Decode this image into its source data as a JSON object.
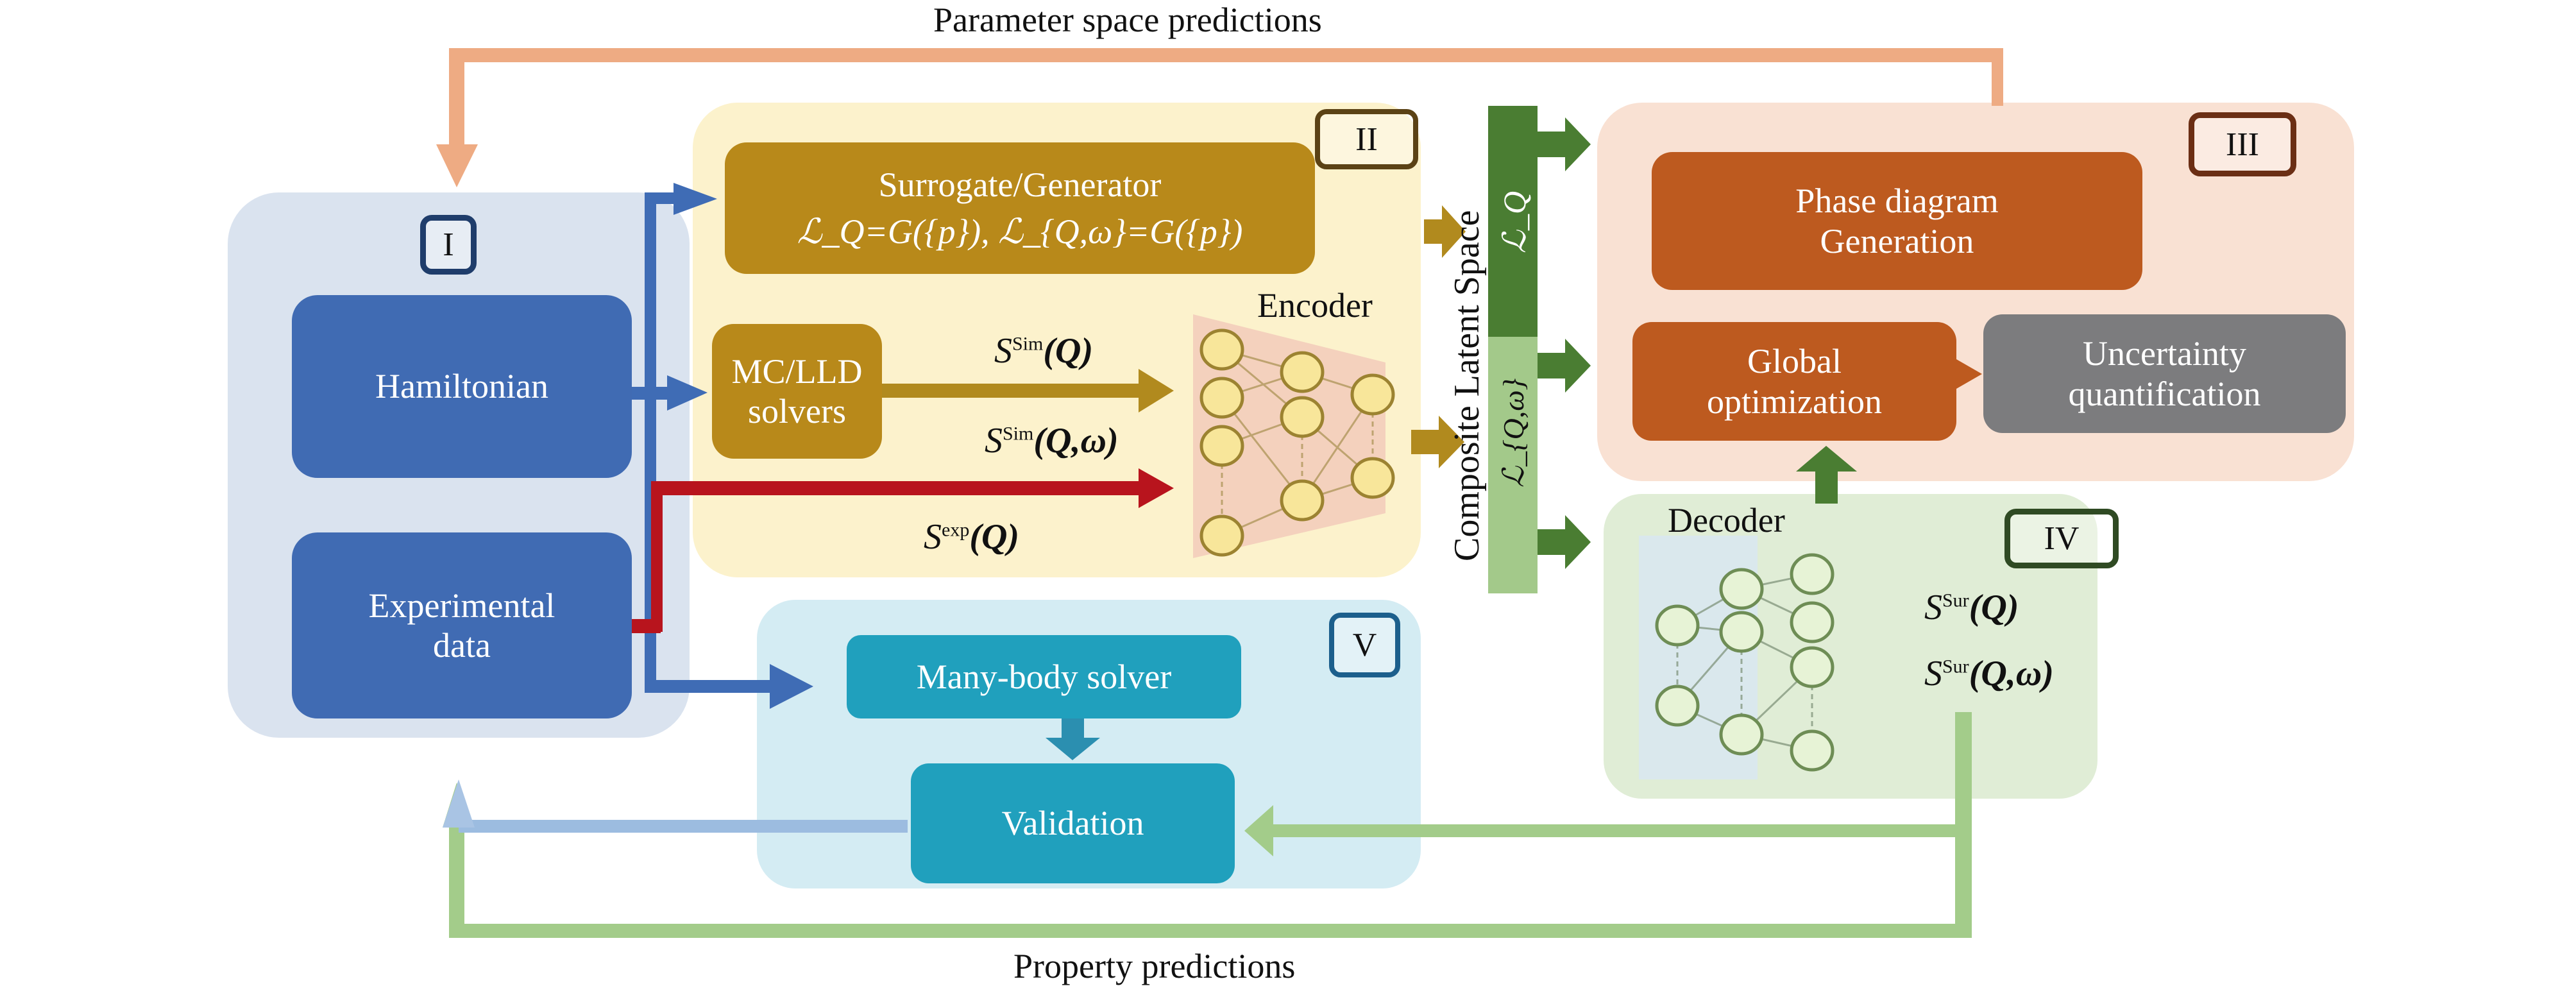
{
  "top_feedback": {
    "label": "Parameter space predictions"
  },
  "bottom_feedback": {
    "label": "Property predictions"
  },
  "panels": {
    "I": {
      "tag": "I",
      "boxes": {
        "hamiltonian": "Hamiltonian",
        "experimental": [
          "Experimental",
          "data"
        ]
      }
    },
    "II": {
      "tag": "II",
      "surrogate": {
        "title": "Surrogate/Generator",
        "formula": "ℒ_Q=G({p}), ℒ_{Q,ω}=G({p})"
      },
      "solver": [
        "MC/LLD",
        "solvers"
      ],
      "encoder_label": "Encoder",
      "signals": {
        "sim_q": {
          "base": "S",
          "sup": "Sim",
          "arg": "(Q)"
        },
        "sim_qw": {
          "base": "S",
          "sup": "Sim",
          "arg": "(Q,ω)"
        },
        "exp_q": {
          "base": "S",
          "sup": "exp",
          "arg": "(Q)"
        }
      }
    },
    "latent": {
      "title": "Composite Latent Space",
      "top": "ℒ_Q",
      "bottom": "ℒ_{Q,ω}"
    },
    "III": {
      "tag": "III",
      "phase": [
        "Phase diagram",
        "Generation"
      ],
      "global": [
        "Global",
        "optimization"
      ],
      "uncertainty": [
        "Uncertainty",
        "quantification"
      ]
    },
    "IV": {
      "tag": "IV",
      "decoder_label": "Decoder",
      "signals": {
        "sur_q": {
          "base": "S",
          "sup": "Sur",
          "arg": "(Q)"
        },
        "sur_qw": {
          "base": "S",
          "sup": "Sur",
          "arg": "(Q,ω)"
        }
      }
    },
    "V": {
      "tag": "V",
      "manybody": "Many-body solver",
      "validation": "Validation"
    }
  },
  "colors": {
    "panel_I": "#dae3ef",
    "blue_box": "#406bb3",
    "panel_II": "#fcf2cc",
    "gold_box": "#b8891a",
    "panel_III": "#f9e1d3",
    "orange_box": "#bd5a1f",
    "gray_box": "#7c7c7e",
    "panel_IV": "#e0edd6",
    "panel_V": "#d4ecf3",
    "teal_box": "#20a0bd",
    "latent_dark": "#4a7d32",
    "latent_light": "#a3c98a",
    "arrow_orange": "#eeab83",
    "arrow_red": "#b8141d",
    "arrow_green": "#9dcb84"
  }
}
